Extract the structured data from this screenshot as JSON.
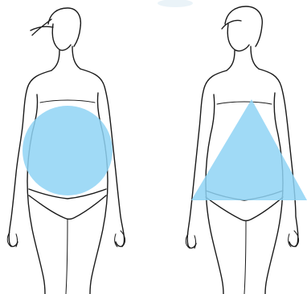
{
  "figures": [
    {
      "id": "apple",
      "shape": "circle",
      "shape_color": "#8fd3f4",
      "shape_opacity": 0.85
    },
    {
      "id": "triangle",
      "shape": "triangle",
      "shape_color": "#8fd3f4",
      "shape_opacity": 0.85
    }
  ],
  "colors": {
    "background": "#ffffff",
    "outline": "#1a1a1a",
    "shape_fill": "#8fd3f4"
  }
}
